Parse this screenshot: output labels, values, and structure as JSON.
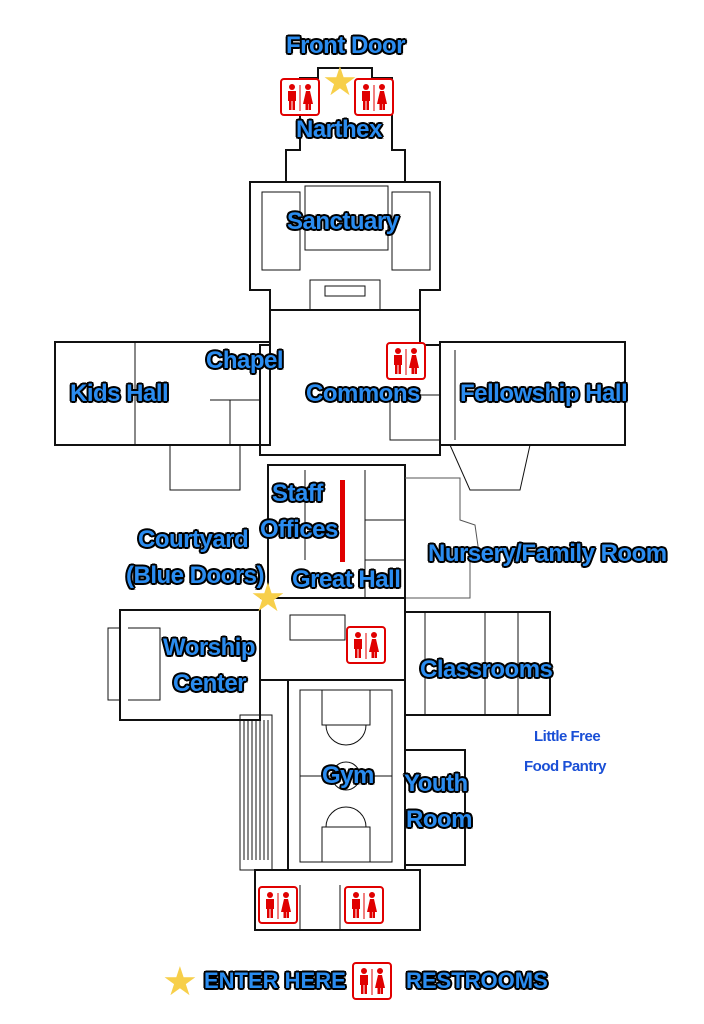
{
  "map": {
    "labels": {
      "front_door": "Front Door",
      "narthex": "Narthex",
      "sanctuary": "Sanctuary",
      "chapel": "Chapel",
      "kids_hall": "Kids Hall",
      "commons": "Commons",
      "fellowship_hall": "Fellowship Hall",
      "staff": "Staff",
      "offices": "Offices",
      "courtyard": "Courtyard",
      "blue_doors": "(Blue Doors)",
      "great_hall": "Great Hall",
      "nursery": "Nursery/Family Room",
      "worship": "Worship",
      "center": "Center",
      "classrooms": "Classrooms",
      "little_free": "Little Free",
      "food_pantry": "Food Pantry",
      "gym": "Gym",
      "youth": "Youth",
      "room": "Room"
    },
    "colors": {
      "label_fill": "#2a8cf0",
      "label_outline": "#000000",
      "restroom_red": "#e00000",
      "star_yellow": "#f7cf4a",
      "corridor_red": "#e00000"
    },
    "icons": {
      "entrance": "star-icon",
      "restroom": "restroom-icon"
    }
  },
  "legend": {
    "enter_here": "ENTER HERE",
    "restrooms": "RESTROOMS"
  }
}
